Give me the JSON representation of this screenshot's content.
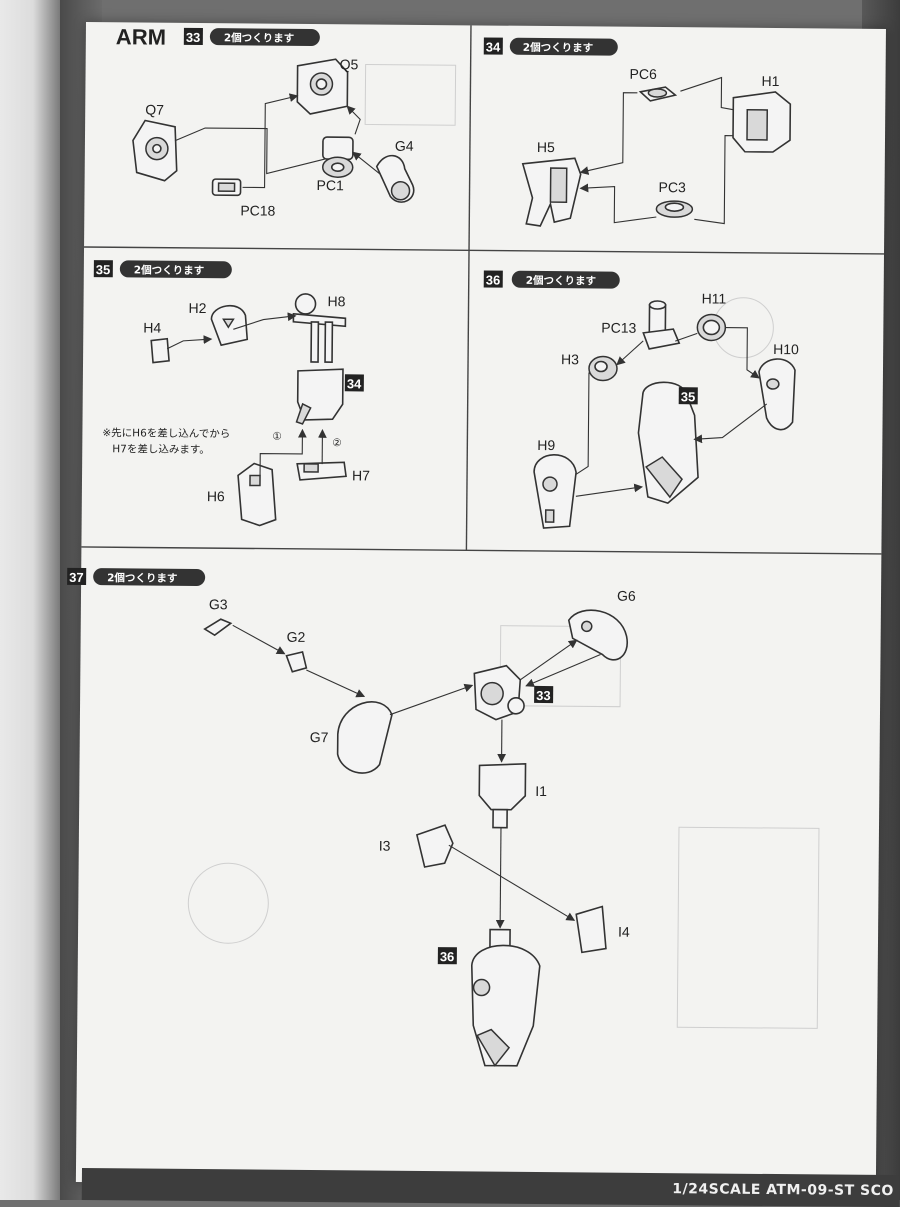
{
  "section_title": "ARM",
  "steps": [
    {
      "number": "33",
      "badge": "2個つくります",
      "parts": [
        "Q5",
        "Q7",
        "PC1",
        "G4",
        "PC18"
      ]
    },
    {
      "number": "34",
      "badge": "2個つくります",
      "parts": [
        "PC6",
        "H1",
        "H5",
        "PC3"
      ]
    },
    {
      "number": "35",
      "badge": "2個つくります",
      "parts": [
        "H2",
        "H8",
        "H4",
        "H6",
        "H7"
      ],
      "ref": "34",
      "note_line1": "※先にH6を差し込んでから",
      "note_line2": "H7を差し込みます。",
      "order_marks": [
        "①",
        "②"
      ]
    },
    {
      "number": "36",
      "badge": "2個つくります",
      "parts": [
        "H11",
        "PC13",
        "H3",
        "H10",
        "H9"
      ],
      "ref": "35"
    },
    {
      "number": "37",
      "badge": "2個つくります",
      "parts": [
        "G3",
        "G6",
        "G2",
        "G7",
        "I1",
        "I3",
        "I4"
      ],
      "ref_a": "33",
      "ref_b": "36"
    }
  ],
  "footer": "1/24SCALE ATM-09-ST SCO"
}
